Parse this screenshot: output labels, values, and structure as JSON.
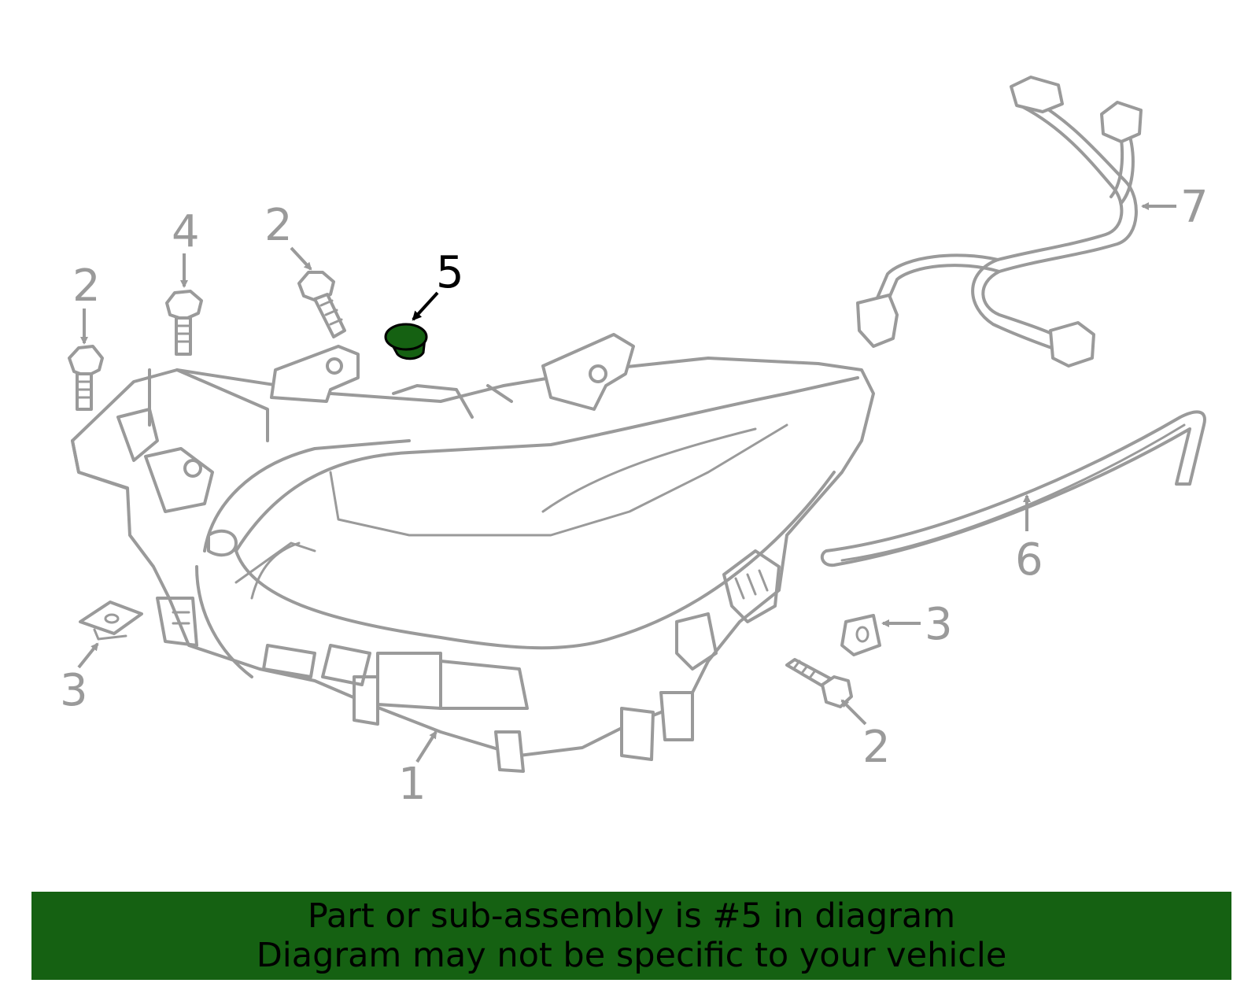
{
  "diagram": {
    "highlight_color": "#156112",
    "line_color": "#9a9a9a",
    "callouts": [
      {
        "id": "c1",
        "label": "1",
        "highlighted": false
      },
      {
        "id": "c2a",
        "label": "2",
        "highlighted": false
      },
      {
        "id": "c2b",
        "label": "2",
        "highlighted": false
      },
      {
        "id": "c2c",
        "label": "2",
        "highlighted": false
      },
      {
        "id": "c3a",
        "label": "3",
        "highlighted": false
      },
      {
        "id": "c3b",
        "label": "3",
        "highlighted": false
      },
      {
        "id": "c4",
        "label": "4",
        "highlighted": false
      },
      {
        "id": "c5",
        "label": "5",
        "highlighted": true
      },
      {
        "id": "c6",
        "label": "6",
        "highlighted": false
      },
      {
        "id": "c7",
        "label": "7",
        "highlighted": false
      }
    ]
  },
  "banner": {
    "background": "#156112",
    "line1": "Part or sub-assembly is #5 in diagram",
    "line2": "Diagram may not be specific to your vehicle"
  }
}
